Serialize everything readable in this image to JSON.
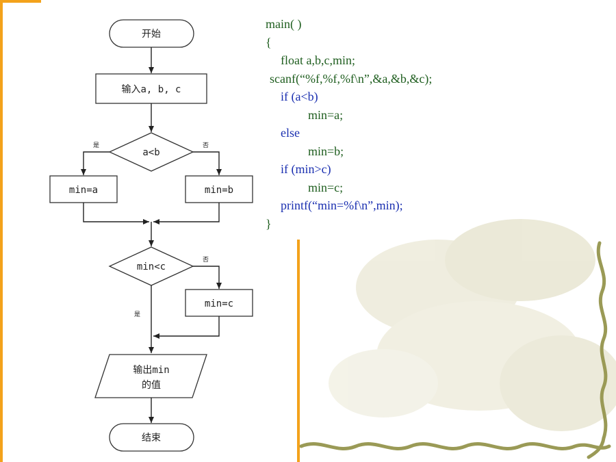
{
  "colors": {
    "frame": "#f3a21b",
    "code_text": "#1f5e1f",
    "code_keyword": "#1a2fb0",
    "vine": "#9a9a56",
    "leaf_wash": "#d9d6b8"
  },
  "flowchart": {
    "start": "开始",
    "input": "输入a, b, c",
    "decision1": "a<b",
    "decision1_yes": "是",
    "decision1_no": "否",
    "assign_a": "min=a",
    "assign_b": "min=b",
    "decision2": "min<c",
    "decision2_no": "否",
    "decision2_yes": "是",
    "assign_c": "min=c",
    "output_line1": "输出min",
    "output_line2": "的值",
    "end": "结束"
  },
  "code": {
    "lines": [
      {
        "text": "main( )",
        "indent": 0,
        "kw": false
      },
      {
        "text": "{",
        "indent": 0,
        "kw": false
      },
      {
        "text": "float a,b,c,min;",
        "indent": 1,
        "kw": false
      },
      {
        "text": "scanf(“%f,%f,%f\\n”,&a,&b,&c);",
        "indent": -1,
        "kw": false
      },
      {
        "text": "if (a<b)",
        "indent": 1,
        "kw": true
      },
      {
        "text": "min=a;",
        "indent": 2,
        "kw": false
      },
      {
        "text": "else",
        "indent": 1,
        "kw": true
      },
      {
        "text": "min=b;",
        "indent": 2,
        "kw": false
      },
      {
        "text": "if (min>c)",
        "indent": 1,
        "kw": true
      },
      {
        "text": "min=c;",
        "indent": 2,
        "kw": false
      },
      {
        "text": "printf(“min=%f\\n”,min);",
        "indent": 1,
        "kw": true
      },
      {
        "text": "}",
        "indent": 0,
        "kw": false
      }
    ]
  }
}
